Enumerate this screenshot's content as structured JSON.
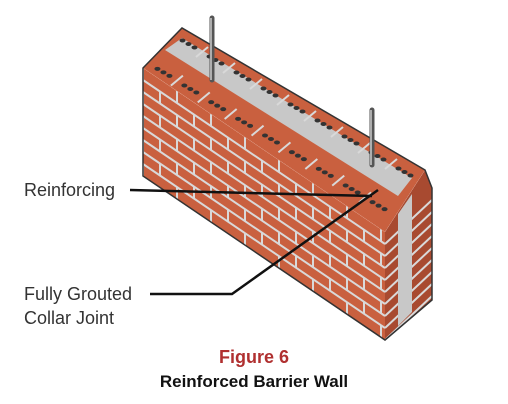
{
  "labels": {
    "reinforcing": "Reinforcing",
    "grouted_line1": "Fully Grouted",
    "grouted_line2": "Collar Joint"
  },
  "caption": {
    "figure_number": "Figure 6",
    "title": "Reinforced Barrier Wall"
  },
  "colors": {
    "brick": "#c9603f",
    "brick_shade": "#a84a30",
    "mortar": "#d9d9d9",
    "grout": "#c8c8c8",
    "outline": "#333333",
    "caption_red": "#b03030"
  }
}
